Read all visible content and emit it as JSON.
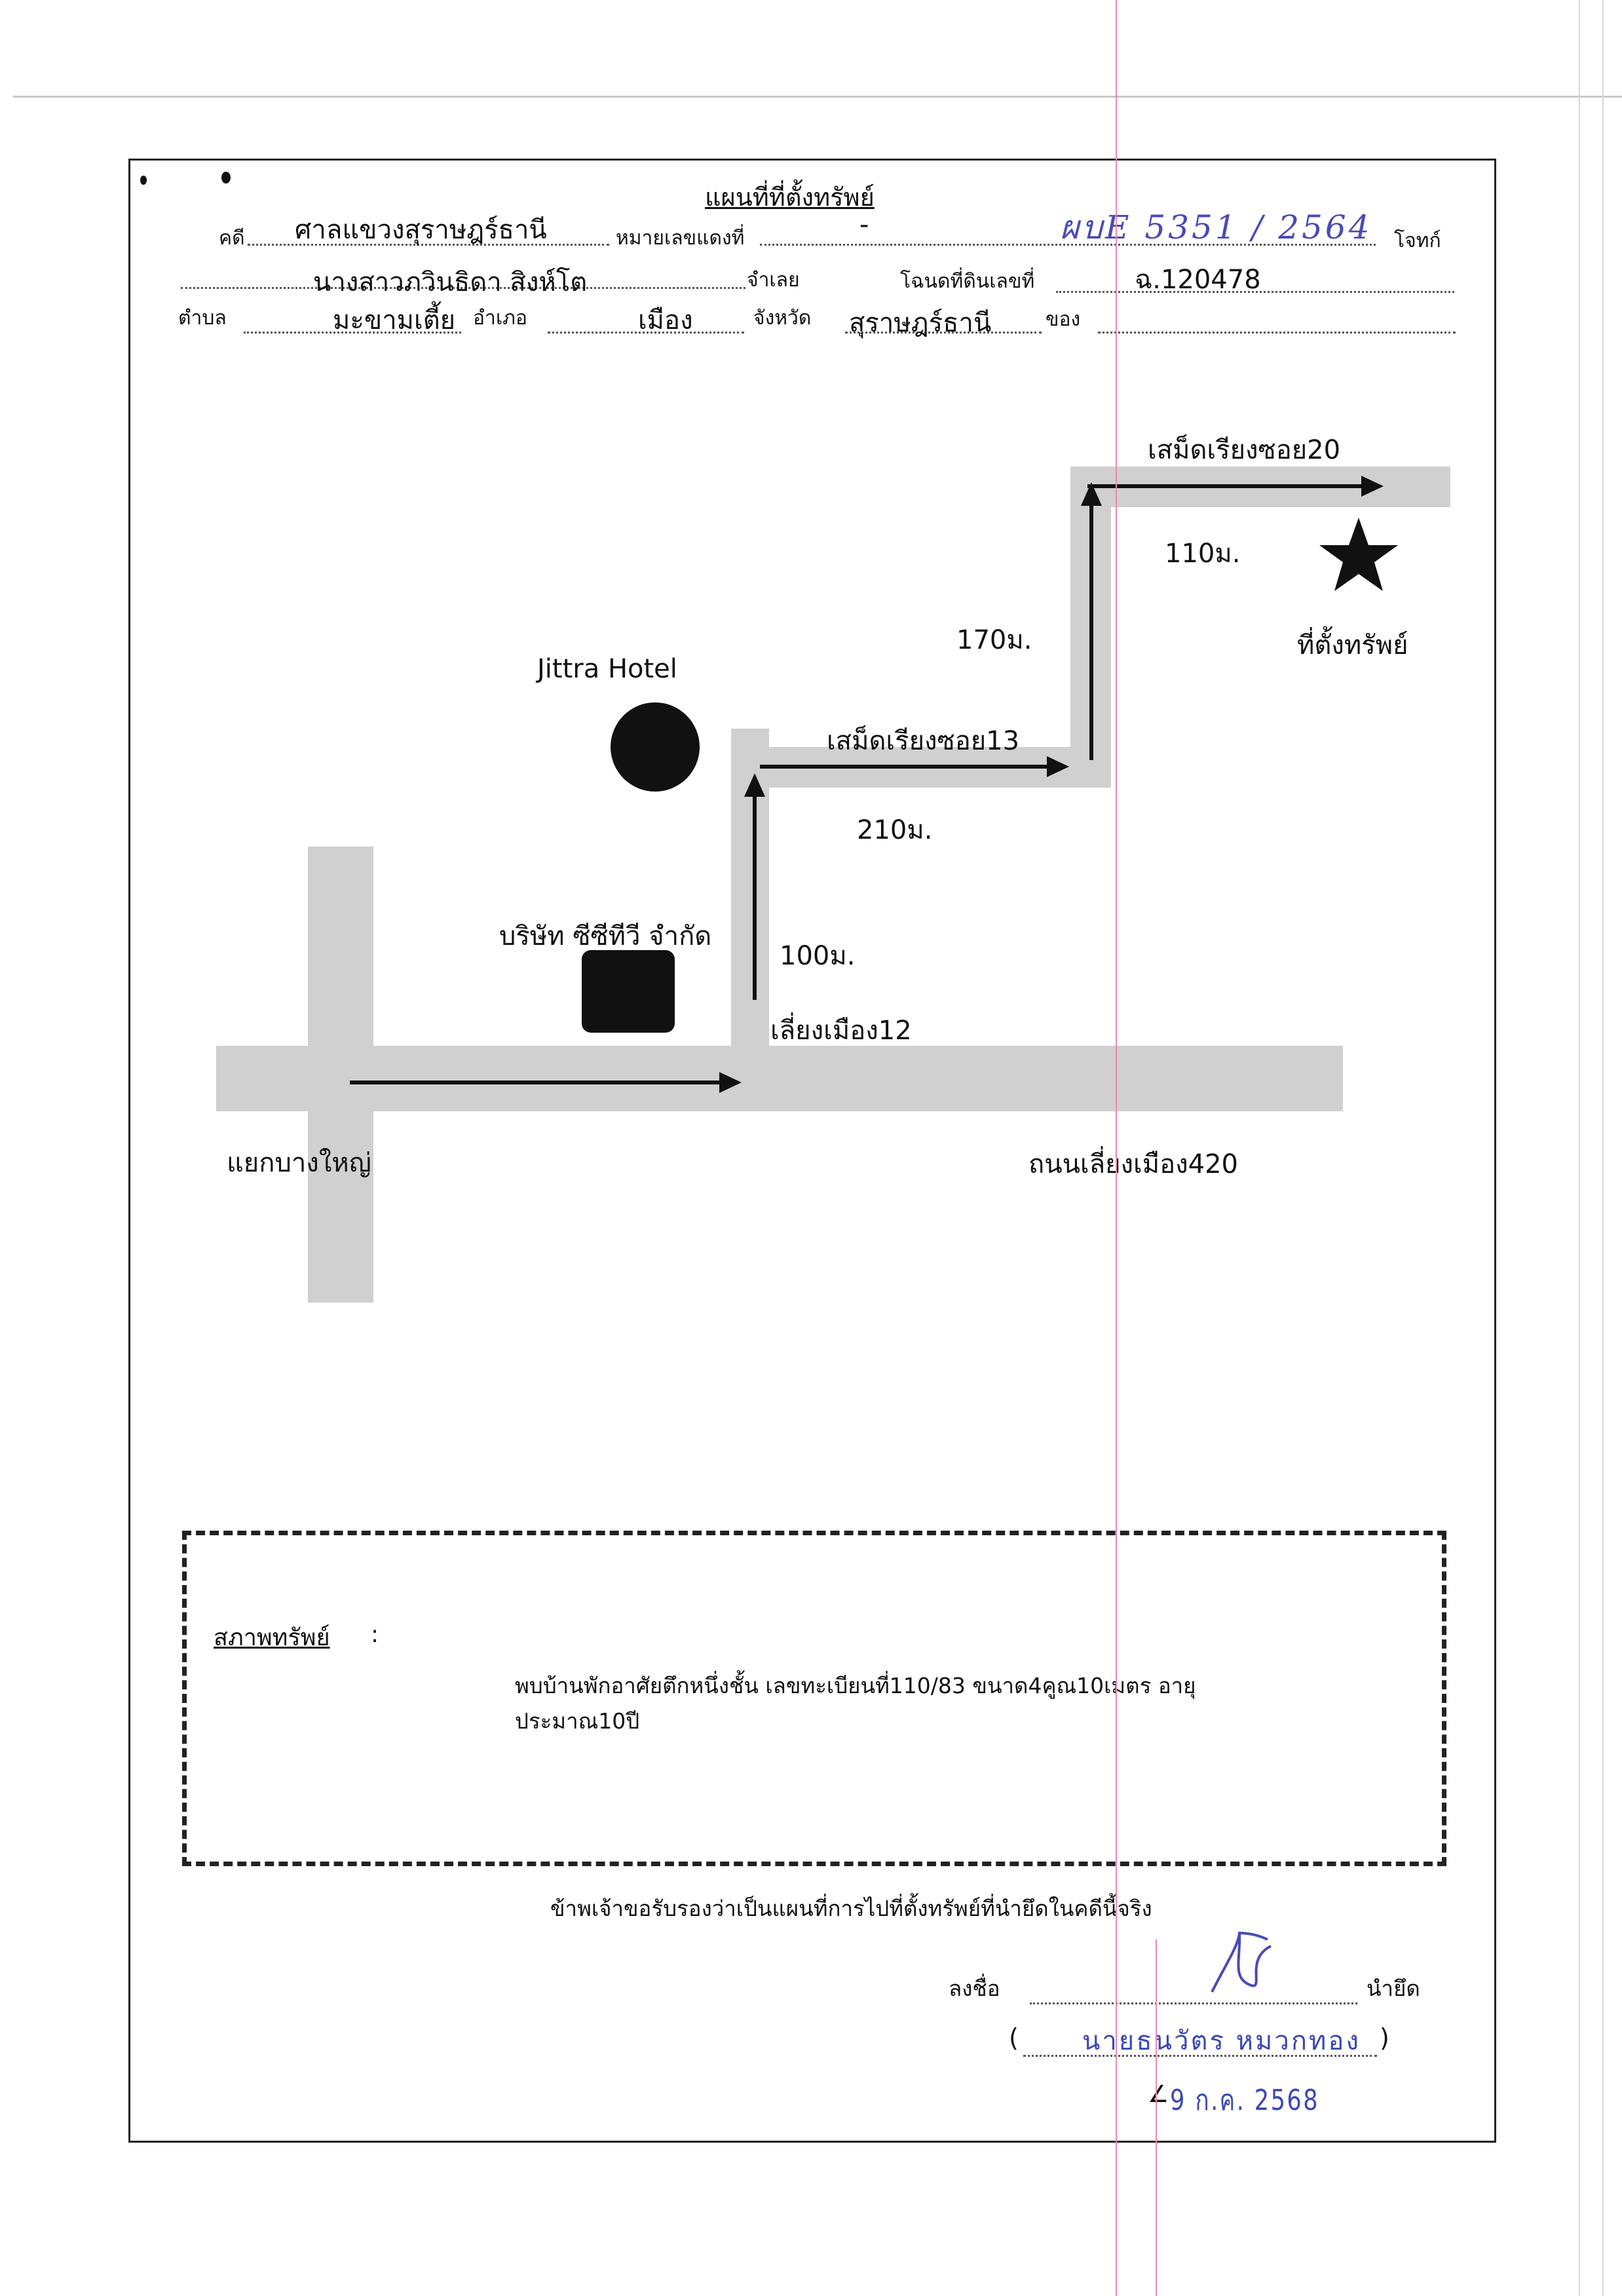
{
  "header": {
    "title": "แผนที่ที่ตั้งทรัพย์",
    "case_label": "คดี",
    "court": "ศาลแขวงสุราษฎร์ธานี",
    "red_number_label": "หมายเลขแดงที่",
    "red_number_value": "-",
    "case_number_handwritten": "ผบE 5351 / 2564",
    "plaintiff_label": "โจทก์",
    "defendant_name": "นางสาวภวินธิดา สิงห์โต",
    "defendant_label": "จำเลย",
    "deed_label": "โฉนดที่ดินเลขที่",
    "deed_number": "ฉ.120478",
    "subdistrict_label": "ตำบล",
    "subdistrict": "มะขามเตี้ย",
    "district_label": "อำเภอ",
    "district": "เมือง",
    "province_label": "จังหวัด",
    "province": "สุราษฎร์ธานี",
    "of_label": "ของ"
  },
  "map": {
    "road_soi20": "เสม็ดเรียงซอย20",
    "dist_110": "110ม.",
    "property_location": "ที่ตั้งทรัพย์",
    "dist_170": "170ม.",
    "hotel": "Jittra Hotel",
    "road_soi13": "เสม็ดเรียงซอย13",
    "dist_210": "210ม.",
    "company": "บริษัท ซีซีทีวี จำกัด",
    "dist_100": "100ม.",
    "road_liangmueang12": "เลี่ยงเมือง12",
    "junction": "แยกบางใหญ่",
    "main_road": "ถนนเลี่ยงเมือง420"
  },
  "condition": {
    "label": "สภาพทรัพย์",
    "colon": ":",
    "line1": "พบบ้านพักอาศัยตึกหนึ่งชั้น เลขทะเบียนที่110/83 ขนาด4คูณ10เมตร อายุ",
    "line2": "ประมาณ10ปี"
  },
  "certification": "ข้าพเจ้าขอรับรองว่าเป็นแผนที่การไปที่ตั้งทรัพย์ที่นำยึดในคดีนี้จริง",
  "signature": {
    "sign_label": "ลงชื่อ",
    "role": "นำยึด",
    "open_paren": "(",
    "name": "นายธนวัตร หมวกทอง",
    "close_paren": ")",
    "date_stamp": "9 ก.ค. 2568"
  },
  "colors": {
    "road": "#d0d0d0",
    "ink_handwriting": "#4a4ab8",
    "stamp": "#3b48b5",
    "margin_line": "#e98ab2"
  }
}
